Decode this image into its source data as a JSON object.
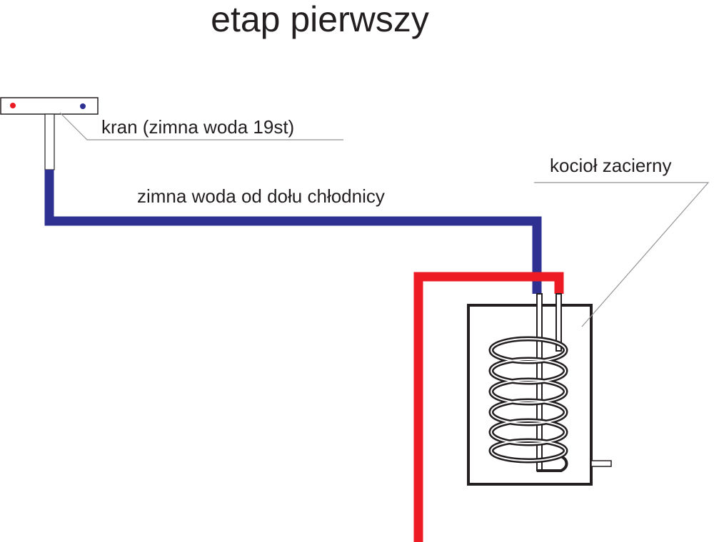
{
  "title": "etap pierwszy",
  "labels": {
    "tap": "kran (zimna woda 19st)",
    "cold_pipe": "zimna woda od dołu chłodnicy",
    "boiler": "kocioł zacierny"
  },
  "colors": {
    "cold_water": "#2e3192",
    "hot_water": "#ed1c24",
    "outline": "#231f20",
    "leader_line": "#939598"
  }
}
